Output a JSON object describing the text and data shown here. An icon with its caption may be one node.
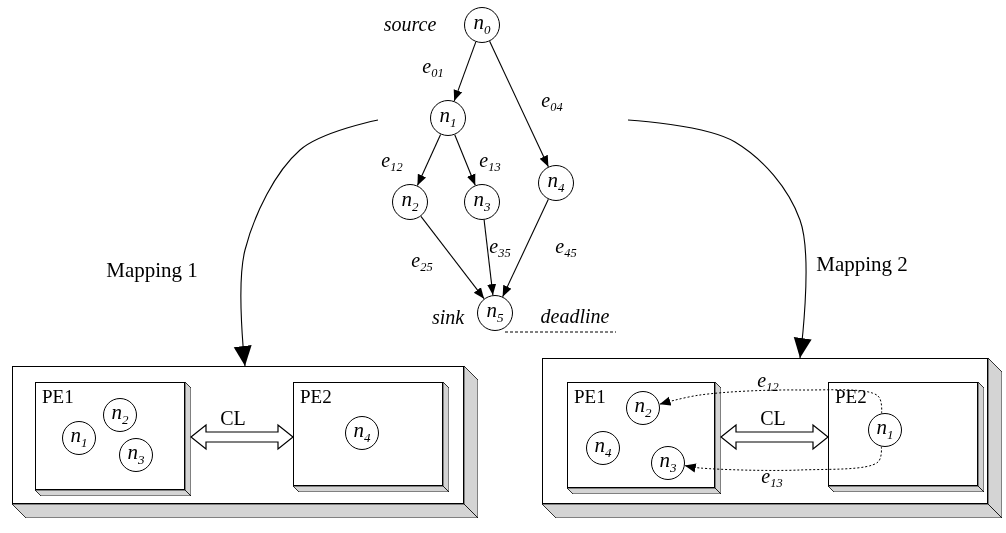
{
  "diagram": {
    "nodes": [
      {
        "text": [
          "n$_{0}$"
        ],
        "beside": [
          "source"
        ]
      },
      {
        "text": [
          "n$_{1}$"
        ]
      },
      {
        "text": [
          "n$_{2}$"
        ]
      },
      {
        "text": [
          "n$_{3}$"
        ]
      },
      {
        "text": [
          "n$_{4}$"
        ]
      },
      {
        "text": [
          "n$_{5}$"
        ],
        "beside": [
          "sink"
        ]
      },
      {
        "text": [],
        "shape": "box"
      },
      {
        "text": [
          "PE1"
        ],
        "in": 6
      },
      {
        "text": [
          "n$_{2}$"
        ],
        "in": 7
      },
      {
        "text": [
          "n$_{1}$"
        ],
        "in": 7
      },
      {
        "text": [
          "n$_{3}$"
        ],
        "in": 7
      },
      {
        "text": [
          "PE2"
        ],
        "in": 6
      },
      {
        "text": [
          "n$_{4}$"
        ],
        "in": 11
      },
      {
        "text": [],
        "shape": "box"
      },
      {
        "text": [
          "PE1"
        ],
        "in": 13
      },
      {
        "text": [
          "n$_{2}$"
        ],
        "in": 14
      },
      {
        "text": [
          "n$_{4}$"
        ],
        "in": 14
      },
      {
        "text": [
          "n$_{3}$"
        ],
        "in": 14
      },
      {
        "text": [
          "PE2"
        ],
        "in": 13
      },
      {
        "text": [
          "n$_{1}$"
        ],
        "in": 18
      }
    ],
    "edges": [
      {
        "from": 0,
        "to": 1,
        "arrow": "to",
        "label": "e$_{01}$"
      },
      {
        "from": 0,
        "to": 4,
        "arrow": "to",
        "label": "e$_{04}$"
      },
      {
        "from": 1,
        "to": 2,
        "arrow": "to",
        "label": "e$_{12}$"
      },
      {
        "from": 1,
        "to": 3,
        "arrow": "to",
        "label": "e$_{13}$"
      },
      {
        "from": 2,
        "to": 5,
        "arrow": "to",
        "label": "e$_{25}$"
      },
      {
        "from": 3,
        "to": 5,
        "arrow": "to",
        "label": "e$_{35}$"
      },
      {
        "from": 4,
        "to": 5,
        "arrow": "to",
        "label": "e$_{45}$"
      },
      {
        "from": null,
        "to": 6,
        "arrow": "to",
        "label": "Mapping 1"
      },
      {
        "from": null,
        "to": 13,
        "arrow": "to",
        "label": "Mapping 2"
      },
      {
        "from": 7,
        "to": 11,
        "arrow": "both",
        "label": "CL"
      },
      {
        "from": 14,
        "to": 18,
        "arrow": "both",
        "label": "CL"
      },
      {
        "from": 19,
        "to": 15,
        "arrow": "to",
        "label": "e$_{12}$",
        "style": "dashed"
      },
      {
        "from": 19,
        "to": 17,
        "arrow": "to",
        "label": "e$_{13}$",
        "style": "dashed"
      }
    ],
    "labels": [
      "deadline"
    ]
  }
}
